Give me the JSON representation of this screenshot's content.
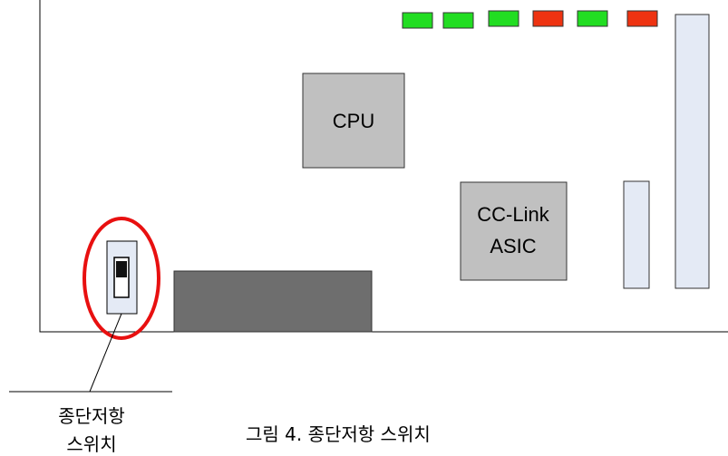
{
  "board": {
    "cpu_label": "CPU",
    "asic_label_line1": "CC-Link",
    "asic_label_line2": "ASIC",
    "led_colors": [
      "#22dd22",
      "#22dd22",
      "#22dd22",
      "#ee3311",
      "#22dd22",
      "#ee3311"
    ],
    "highlight_color": "#e81010"
  },
  "callout": {
    "line1": "종단저항",
    "line2": "스위치"
  },
  "figure_caption": "그림 4. 종단저항 스위치"
}
